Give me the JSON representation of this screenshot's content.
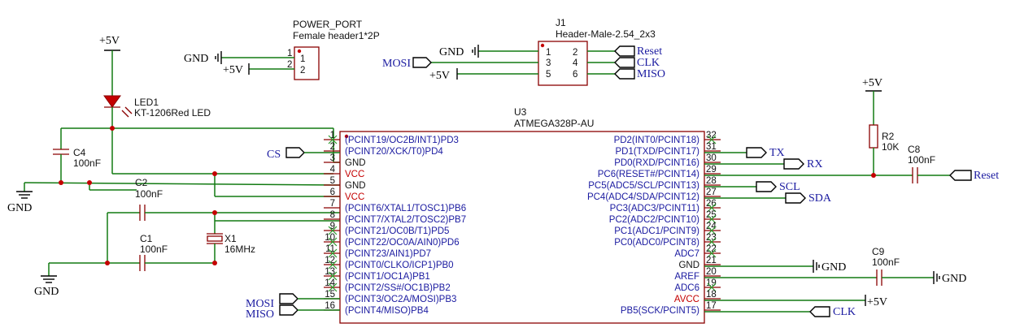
{
  "power_port": {
    "designator": "POWER_PORT",
    "value": "Female header1*2P",
    "pins": [
      "1",
      "2"
    ],
    "pin_numbers": [
      "1",
      "2"
    ],
    "nets": [
      "GND",
      "+5V"
    ]
  },
  "j1": {
    "designator": "J1",
    "value": "Header-Male-2.54_2x3",
    "left_pins": [
      "1",
      "3",
      "5"
    ],
    "right_pins": [
      "2",
      "4",
      "6"
    ],
    "left_nets": [
      "GND",
      "MOSI",
      "+5V"
    ],
    "right_nets": [
      "Reset",
      "CLK",
      "MISO"
    ]
  },
  "led1": {
    "designator": "LED1",
    "value": "KT-1206Red LED",
    "supply": "+5V"
  },
  "c4": {
    "designator": "C4",
    "value": "100nF"
  },
  "c2": {
    "designator": "C2",
    "value": "100nF"
  },
  "c1": {
    "designator": "C1",
    "value": "100nF"
  },
  "x1": {
    "designator": "X1",
    "value": "16MHz"
  },
  "r2": {
    "designator": "R2",
    "value": "10K",
    "supply": "+5V"
  },
  "c8": {
    "designator": "C8",
    "value": "100nF"
  },
  "c9": {
    "designator": "C9",
    "value": "100nF"
  },
  "gnd_labels": [
    "GND",
    "GND",
    "GND",
    "GND"
  ],
  "u3": {
    "designator": "U3",
    "value": "ATMEGA328P-AU",
    "left_pins": [
      {
        "num": "1",
        "name": "(PCINT19/OC2B/INT1)PD3",
        "net": "",
        "nc": true
      },
      {
        "num": "2",
        "name": "(PCINT20/XCK/T0)PD4",
        "net": "CS"
      },
      {
        "num": "3",
        "name": "GND",
        "net": ""
      },
      {
        "num": "4",
        "name": "VCC",
        "net": "",
        "power": true
      },
      {
        "num": "5",
        "name": "GND",
        "net": ""
      },
      {
        "num": "6",
        "name": "VCC",
        "net": "",
        "power": true
      },
      {
        "num": "7",
        "name": "(PCINT6/XTAL1/TOSC1)PB6",
        "net": ""
      },
      {
        "num": "8",
        "name": "(PCINT7/XTAL2/TOSC2)PB7",
        "net": ""
      },
      {
        "num": "9",
        "name": "(PCINT21/OC0B/T1)PD5",
        "net": "",
        "nc": true
      },
      {
        "num": "10",
        "name": "(PCINT22/OC0A/AIN0)PD6",
        "net": "",
        "nc": true
      },
      {
        "num": "11",
        "name": "(PCINT23/AIN1)PD7",
        "net": "",
        "nc": true
      },
      {
        "num": "12",
        "name": "(PCINT0/CLKO/ICP1)PB0",
        "net": "",
        "nc": true
      },
      {
        "num": "13",
        "name": "(PCINT1/OC1A)PB1",
        "net": "",
        "nc": true
      },
      {
        "num": "14",
        "name": "(PCINT2/SS#/OC1B)PB2",
        "net": "",
        "nc": true
      },
      {
        "num": "15",
        "name": "(PCINT3/OC2A/MOSI)PB3",
        "net": "MOSI"
      },
      {
        "num": "16",
        "name": "(PCINT4/MISO)PB4",
        "net": "MISO"
      }
    ],
    "right_pins": [
      {
        "num": "32",
        "name": "PD2(INT0/PCINT18)",
        "net": "",
        "nc": true
      },
      {
        "num": "31",
        "name": "PD1(TXD/PCINT17)",
        "net": "TX"
      },
      {
        "num": "30",
        "name": "PD0(RXD/PCINT16)",
        "net": "RX"
      },
      {
        "num": "29",
        "name": "PC6(RESET#/PCINT14)",
        "net": "Reset"
      },
      {
        "num": "28",
        "name": "PC5(ADC5/SCL/PCINT13)",
        "net": "SCL"
      },
      {
        "num": "27",
        "name": "PC4(ADC4/SDA/PCINT12)",
        "net": "SDA"
      },
      {
        "num": "26",
        "name": "PC3(ADC3/PCINT11)",
        "net": "",
        "nc": true
      },
      {
        "num": "25",
        "name": "PC2(ADC2/PCINT10)",
        "net": "",
        "nc": true
      },
      {
        "num": "24",
        "name": "PC1(ADC1/PCINT9)",
        "net": "",
        "nc": true
      },
      {
        "num": "23",
        "name": "PC0(ADC0/PCINT8)",
        "net": "",
        "nc": true
      },
      {
        "num": "22",
        "name": "ADC7",
        "net": "",
        "nc": true
      },
      {
        "num": "21",
        "name": "GND",
        "net": "GND"
      },
      {
        "num": "20",
        "name": "AREF",
        "net": ""
      },
      {
        "num": "19",
        "name": "ADC6",
        "net": "",
        "nc": true
      },
      {
        "num": "18",
        "name": "AVCC",
        "net": "+5V",
        "power": true
      },
      {
        "num": "17",
        "name": "PB5(SCK/PCINT5)",
        "net": "CLK"
      }
    ]
  }
}
